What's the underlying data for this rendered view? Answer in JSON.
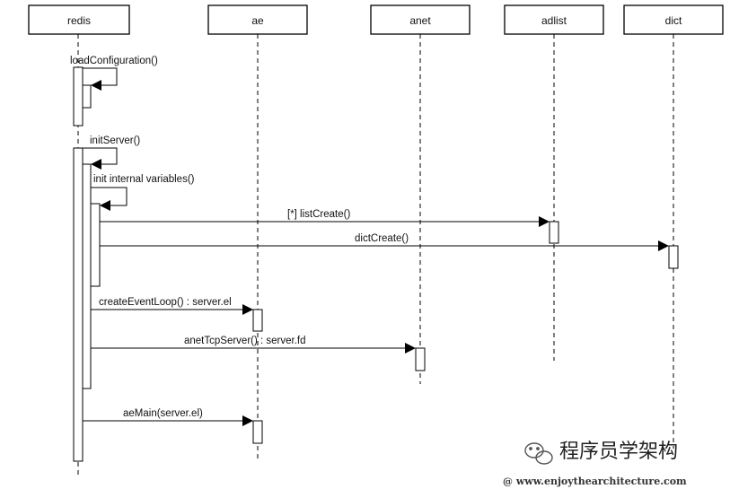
{
  "lifelines": [
    {
      "id": "redis",
      "label": "redis"
    },
    {
      "id": "ae",
      "label": "ae"
    },
    {
      "id": "anet",
      "label": "anet"
    },
    {
      "id": "adlist",
      "label": "adlist"
    },
    {
      "id": "dict",
      "label": "dict"
    }
  ],
  "messages": [
    {
      "id": "load-configuration",
      "label": "loadConfiguration()",
      "from": "redis",
      "to": "redis",
      "self": true
    },
    {
      "id": "init-server",
      "label": "initServer()",
      "from": "redis",
      "to": "redis",
      "self": true
    },
    {
      "id": "init-internal-variables",
      "label": "init internal variables()",
      "from": "redis",
      "to": "redis",
      "self": true
    },
    {
      "id": "list-create",
      "label": "[*] listCreate()",
      "from": "redis",
      "to": "adlist"
    },
    {
      "id": "dict-create",
      "label": "dictCreate()",
      "from": "redis",
      "to": "dict"
    },
    {
      "id": "create-event-loop",
      "label": "createEventLoop() : server.el",
      "from": "redis",
      "to": "ae"
    },
    {
      "id": "anet-tcp-server",
      "label": "anetTcpServer() : server.fd",
      "from": "redis",
      "to": "anet"
    },
    {
      "id": "ae-main",
      "label": "aeMain(server.el)",
      "from": "redis",
      "to": "ae"
    }
  ],
  "watermark": {
    "title": "程序员学架构",
    "url": "@ www.enjoythearchitecture.com",
    "icon": "wechat-icon"
  }
}
